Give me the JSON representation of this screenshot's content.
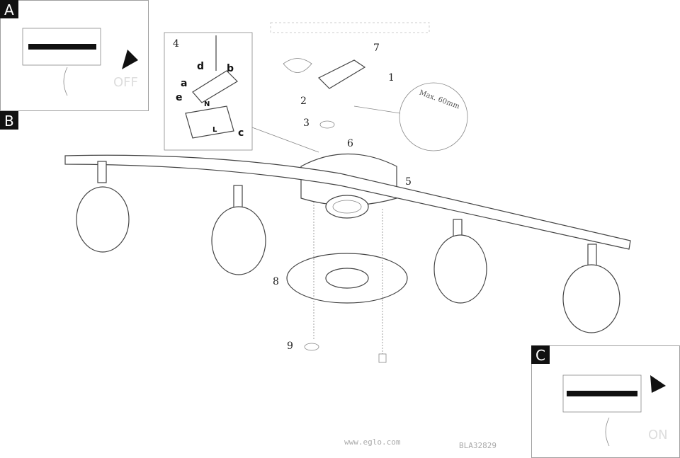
{
  "panels": {
    "a": {
      "label": "A",
      "state_text": "OFF"
    },
    "b": {
      "label": "B"
    },
    "c": {
      "label": "C",
      "state_text": "ON"
    }
  },
  "steps": [
    "1",
    "2",
    "3",
    "4",
    "5",
    "6",
    "7",
    "8",
    "9"
  ],
  "detail_letters": {
    "a": "a",
    "b": "b",
    "c": "c",
    "d": "d",
    "e": "e"
  },
  "wire_labels": {
    "live": "L",
    "neutral": "N"
  },
  "strip_note": "Max. 60mm",
  "footer": {
    "website": "www.eglo.com",
    "code": "BLA32829"
  }
}
